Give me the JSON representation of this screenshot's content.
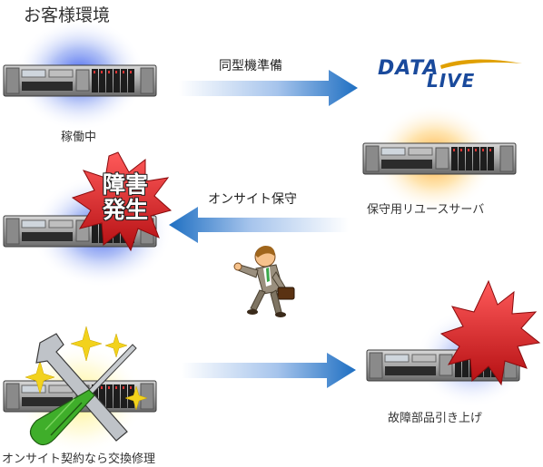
{
  "title": "お客様環境",
  "logo_text": "DATA LIVE",
  "labels": {
    "running": "稼働中",
    "same_model": "同型機準備",
    "maintenance_server": "保守用リユースサーバ",
    "onsite": "オンサイト保守",
    "failure_burst": "障害発生",
    "failure_line1": "障害",
    "failure_line2": "発生",
    "contract_swap": "オンサイト契約なら交換修理",
    "parts_pickup": "故障部品引き上げ"
  },
  "colors": {
    "arrow_blue": "#1e6fc2",
    "glow_blue": "#5b7fe6",
    "glow_orange": "#ffb347",
    "burst_red": "#e8262a",
    "logo_blue": "#1a4a9c",
    "logo_gold": "#e0a000"
  },
  "icons": [
    "server-icon",
    "right-arrow-icon",
    "left-arrow-icon",
    "running-person-icon",
    "wrench-screwdriver-icon",
    "explosion-icon",
    "sparkle-icon"
  ]
}
